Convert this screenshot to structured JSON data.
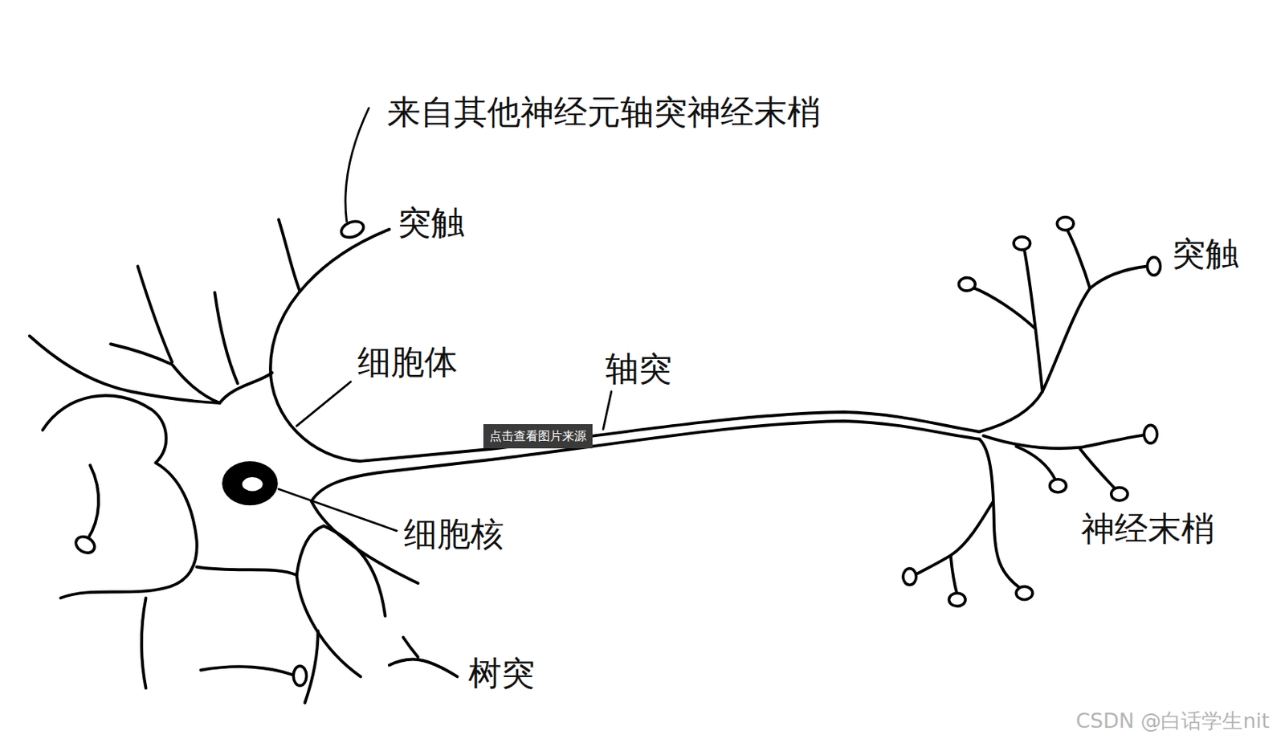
{
  "diagram": {
    "nodes": [
      {
        "text": [
          "点击查看图片来源"
        ]
      }
    ],
    "labels": [
      "来自其他神经元轴突神经末梢",
      "突触",
      "细胞体",
      "轴突",
      "细胞核",
      "树突",
      "突触",
      "神经末梢",
      "CSDN @白话学生nit"
    ]
  }
}
